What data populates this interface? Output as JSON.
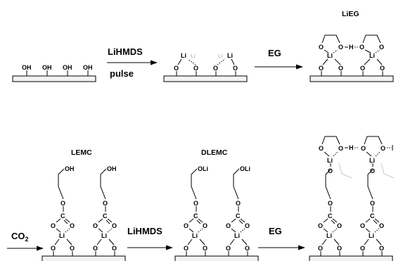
{
  "steps": {
    "step1": {
      "reagent": "LiHMDS",
      "mode": "pulse"
    },
    "step2": {
      "reagent": "EG"
    },
    "step3": {
      "reagent": "CO",
      "reagent_sub": "2"
    },
    "step4": {
      "reagent": "LiHMDS"
    },
    "step5": {
      "reagent": "EG"
    }
  },
  "structures": {
    "lieg": "LiEG",
    "lemc": "LEMC",
    "dlemc": "DLEMC"
  },
  "atoms": {
    "oh": "OH",
    "o": "O",
    "li": "Li",
    "h": "H",
    "c": "C",
    "oli": "OLi"
  }
}
